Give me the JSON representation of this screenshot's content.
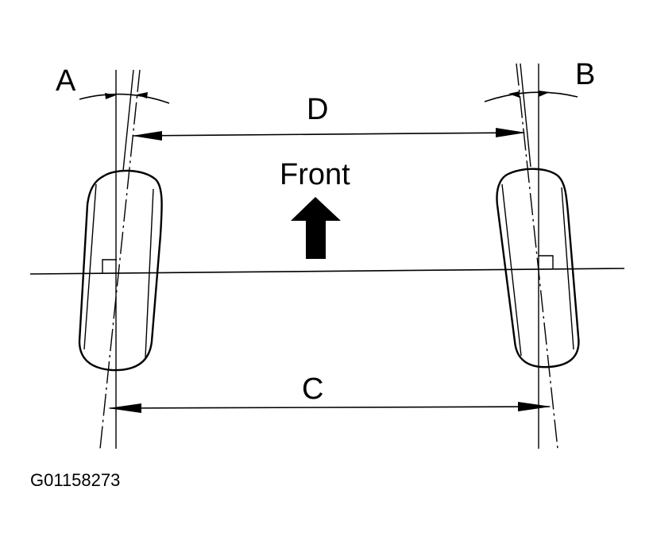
{
  "labels": {
    "a": "A",
    "b": "B",
    "c": "C",
    "d": "D",
    "front": "Front",
    "figure_id": "G01158273"
  },
  "colors": {
    "ink": "#000000",
    "background": "#ffffff"
  },
  "icons": {
    "direction": "arrow-up-icon"
  }
}
